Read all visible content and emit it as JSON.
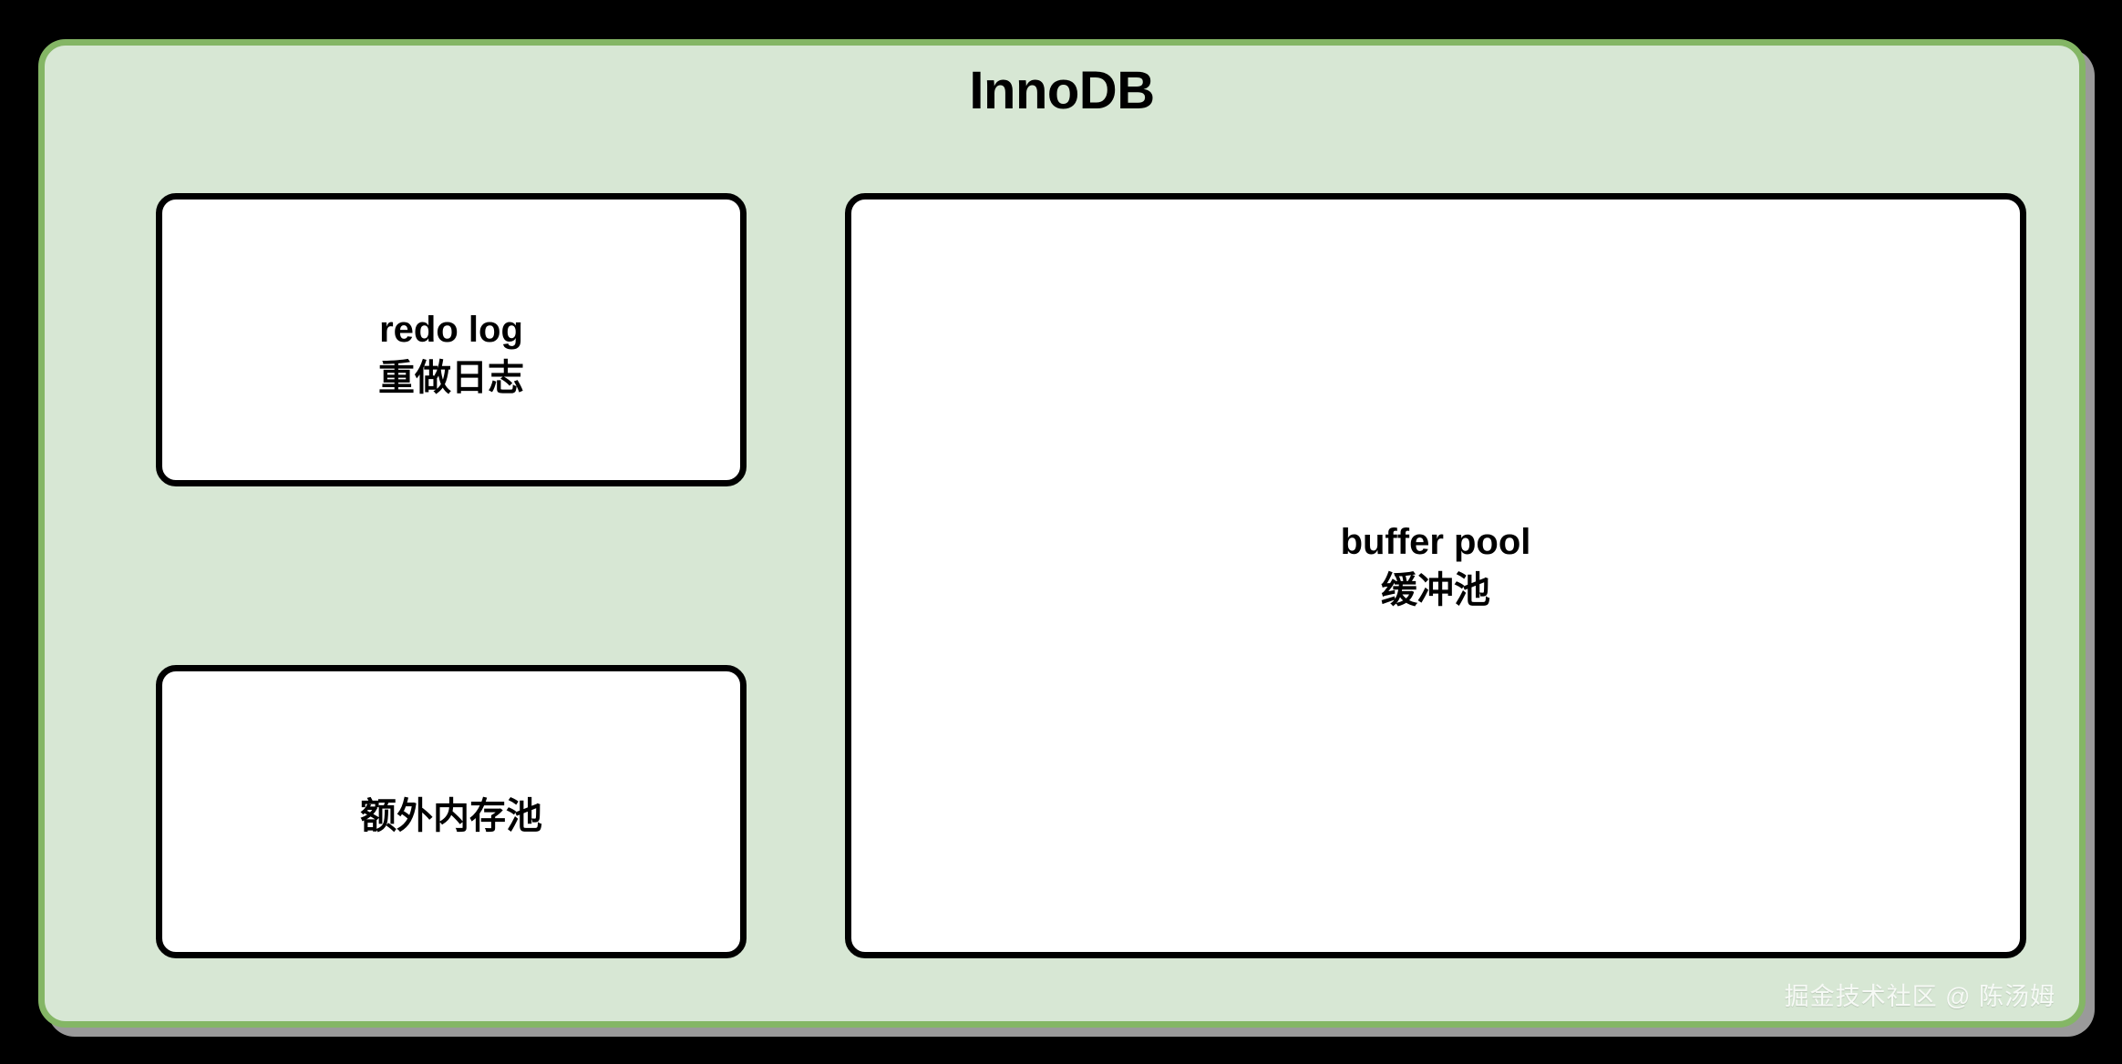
{
  "diagram": {
    "container": {
      "title": "InnoDB",
      "fill_color": "#d7e7d4",
      "border_color": "#84b665"
    },
    "boxes": [
      {
        "id": "redo-log",
        "label": "redo log\n重做日志",
        "fill_color": "#ffffff",
        "border_color": "#000000"
      },
      {
        "id": "extra-memory-pool",
        "label": "额外内存池",
        "fill_color": "#ffffff",
        "border_color": "#000000"
      },
      {
        "id": "buffer-pool",
        "label": "buffer pool\n缓冲池",
        "fill_color": "#ffffff",
        "border_color": "#000000"
      }
    ],
    "watermark": "掘金技术社区 @ 陈汤姆",
    "background_color": "#000000"
  }
}
